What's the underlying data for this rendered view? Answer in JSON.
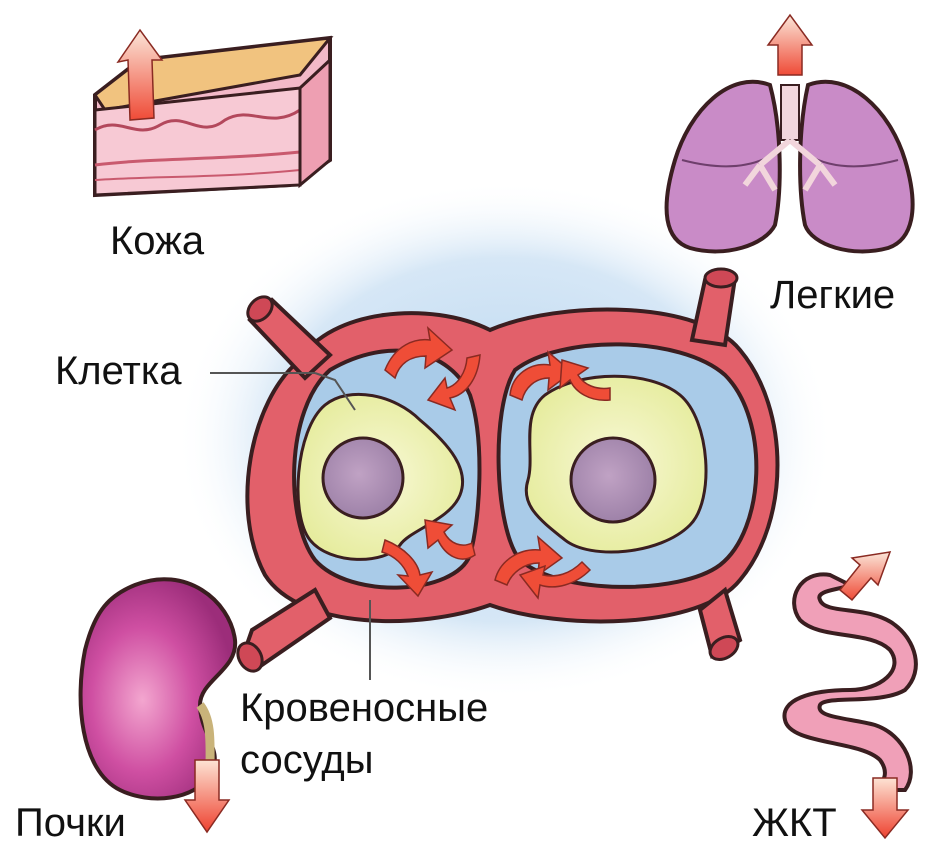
{
  "labels": {
    "skin": "Кожа",
    "lungs": "Легкие",
    "cell": "Клетка",
    "vessels_line1": "Кровеносные",
    "vessels_line2": "сосуды",
    "kidneys": "Почки",
    "gi_tract": "ЖКТ"
  },
  "colors": {
    "vessel": "#e2606a",
    "vessel_outline": "#3a1e20",
    "fluid": "#a9cbe8",
    "cell": "#eef0b4",
    "nucleus": "#a98fb0",
    "arrow": "#ef4d37",
    "lung": "#c98bc7",
    "kidney": "#b8378f",
    "intestine": "#f0a0b8",
    "skin_top": "#f1c37f",
    "skin_side": "#f3b9c8"
  }
}
